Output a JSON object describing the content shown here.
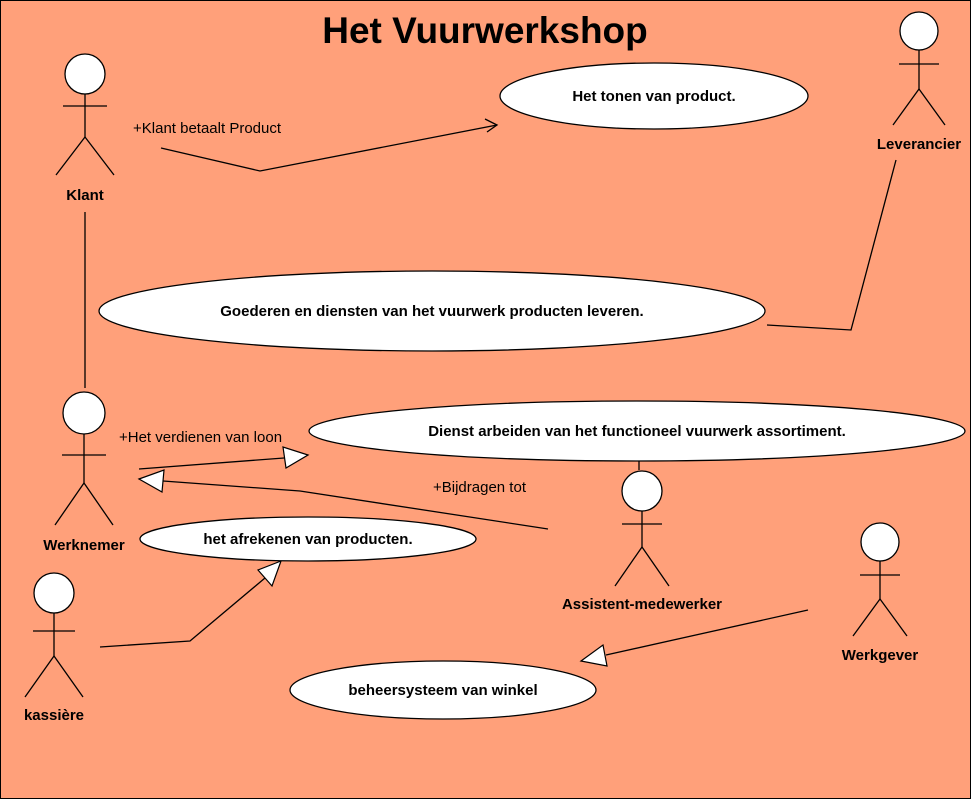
{
  "diagram": {
    "title": "Het Vuurwerkshop",
    "background_color": "#ffa07a",
    "border_color": "#000000",
    "actors": [
      {
        "id": "klant",
        "label": "Klant"
      },
      {
        "id": "leverancier",
        "label": "Leverancier"
      },
      {
        "id": "werknemer",
        "label": "Werknemer"
      },
      {
        "id": "kassiere",
        "label": "kassière"
      },
      {
        "id": "assistent",
        "label": "Assistent-medewerker"
      },
      {
        "id": "werkgever",
        "label": "Werkgever"
      }
    ],
    "use_cases": [
      {
        "id": "tonen",
        "label": "Het tonen van product."
      },
      {
        "id": "goederen",
        "label": "Goederen en diensten van het vuurwerk producten leveren."
      },
      {
        "id": "dienst",
        "label": "Dienst arbeiden van het functioneel vuurwerk assortiment."
      },
      {
        "id": "afrekenen",
        "label": "het afrekenen van producten."
      },
      {
        "id": "beheer",
        "label": "beheersysteem van winkel"
      }
    ],
    "edge_labels": [
      {
        "id": "klant-betaalt",
        "label": "+Klant betaalt Product"
      },
      {
        "id": "verdienen",
        "label": "+Het verdienen van loon"
      },
      {
        "id": "bijdragen",
        "label": "+Bijdragen tot"
      }
    ]
  }
}
